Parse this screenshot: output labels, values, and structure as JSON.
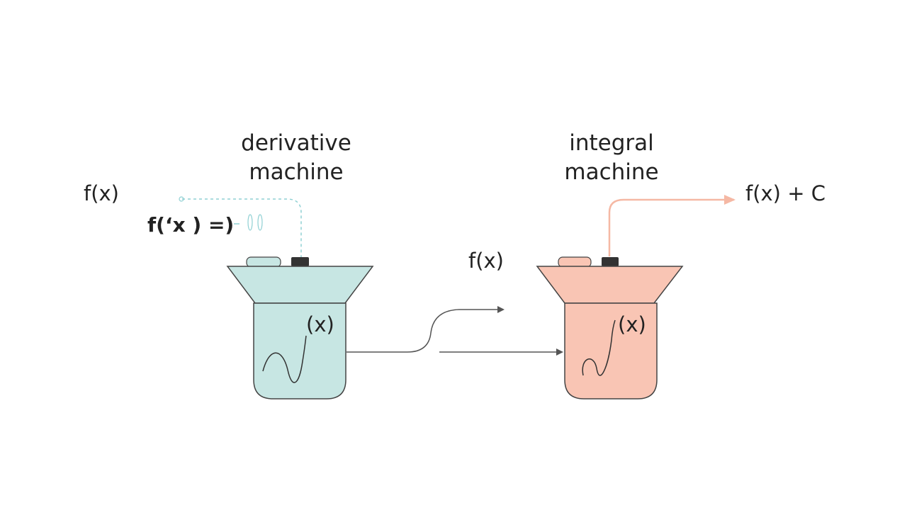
{
  "derivative_machine": {
    "title_line1": "derivative",
    "title_line2": "machine",
    "input_label": "f(x)",
    "output_label": "f(‘x ) =)",
    "inner_label": "(x)",
    "color": "#c7e6e3"
  },
  "integral_machine": {
    "title_line1": "integral",
    "title_line2": "machine",
    "input_label": "f(x)",
    "output_label": "f(x) + C",
    "inner_label": "(x)",
    "color": "#f9c5b4"
  },
  "colors": {
    "outline": "#444444",
    "arrow": "#555555",
    "dashed_line": "#8fd0d3",
    "output_arrow": "#f5b8a4",
    "knob": "#333333"
  }
}
